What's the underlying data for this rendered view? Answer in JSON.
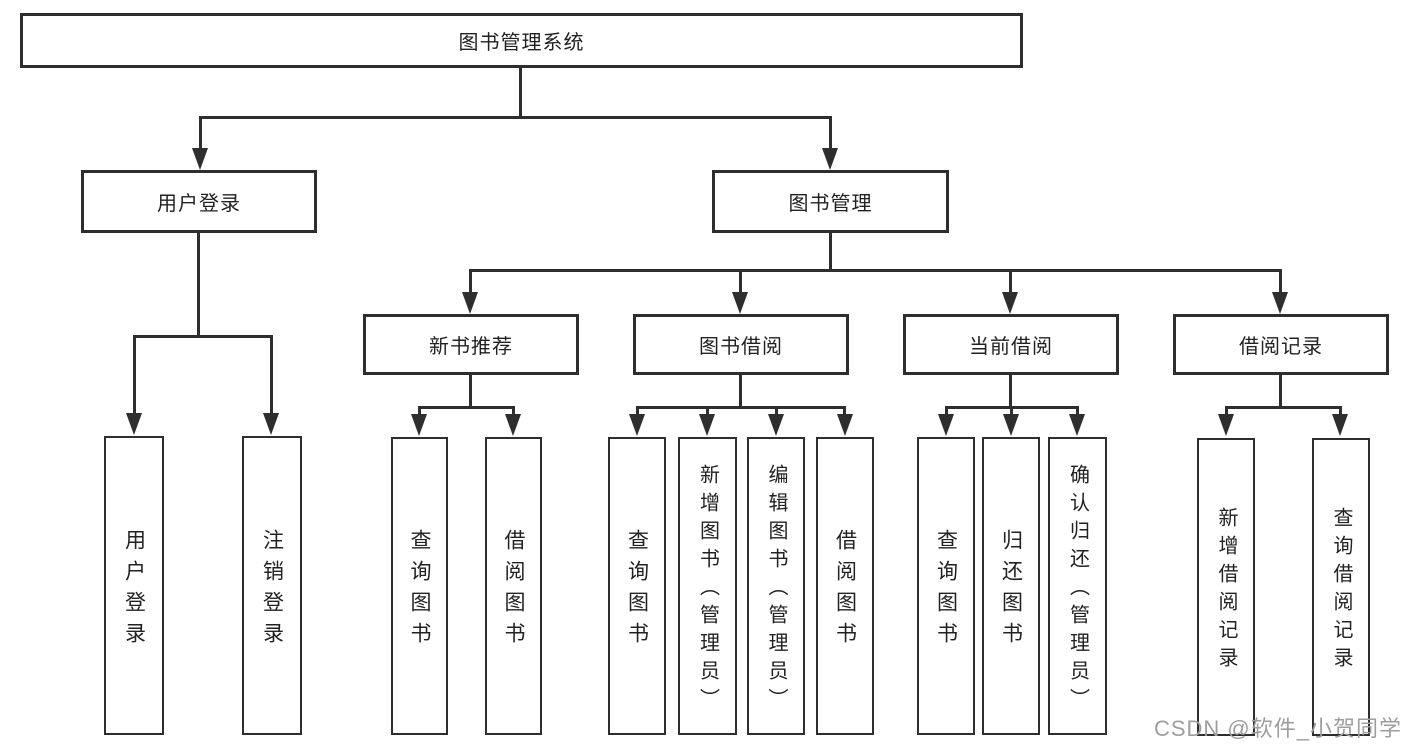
{
  "colors": {
    "line": "#2e2e2e",
    "text": "#222222",
    "wm": "#9e9e9e",
    "bg": "#ffffff"
  },
  "watermark": {
    "text": "CSDN @软件_小贺同学"
  },
  "tree": {
    "root": {
      "label": "图书管理系统"
    },
    "children": [
      {
        "label": "用户登录",
        "children": [
          {
            "label": "用户登录"
          },
          {
            "label": "注销登录"
          }
        ]
      },
      {
        "label": "图书管理",
        "children": [
          {
            "label": "新书推荐",
            "children": [
              {
                "label": "查询图书"
              },
              {
                "label": "借阅图书"
              }
            ]
          },
          {
            "label": "图书借阅",
            "children": [
              {
                "label": "查询图书"
              },
              {
                "label": "新增图书（管理员）"
              },
              {
                "label": "编辑图书（管理员）"
              },
              {
                "label": "借阅图书"
              }
            ]
          },
          {
            "label": "当前借阅",
            "children": [
              {
                "label": "查询图书"
              },
              {
                "label": "归还图书"
              },
              {
                "label": "确认归还（管理员）"
              }
            ]
          },
          {
            "label": "借阅记录",
            "children": [
              {
                "label": "新增借阅记录"
              },
              {
                "label": "查询借阅记录"
              }
            ]
          }
        ]
      }
    ]
  }
}
